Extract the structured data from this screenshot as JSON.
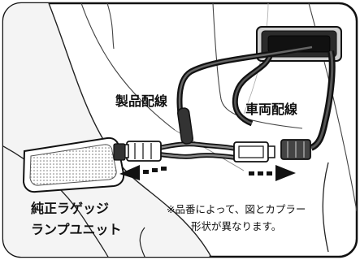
{
  "labels": {
    "product_wiring": "製品配線",
    "vehicle_wiring": "車両配線",
    "stock_lamp_line1": "純正ラゲッジ",
    "stock_lamp_line2": "ランプユニット",
    "note_line1": "※品番によって、図とカプラー",
    "note_line2": "形状が異なります。"
  },
  "colors": {
    "outline": "#111111",
    "frame_fill": "#ffffff",
    "housing_gray": "#d8d8d8",
    "connector_dark": "#333333",
    "lens_fill": "#ebebeb"
  }
}
